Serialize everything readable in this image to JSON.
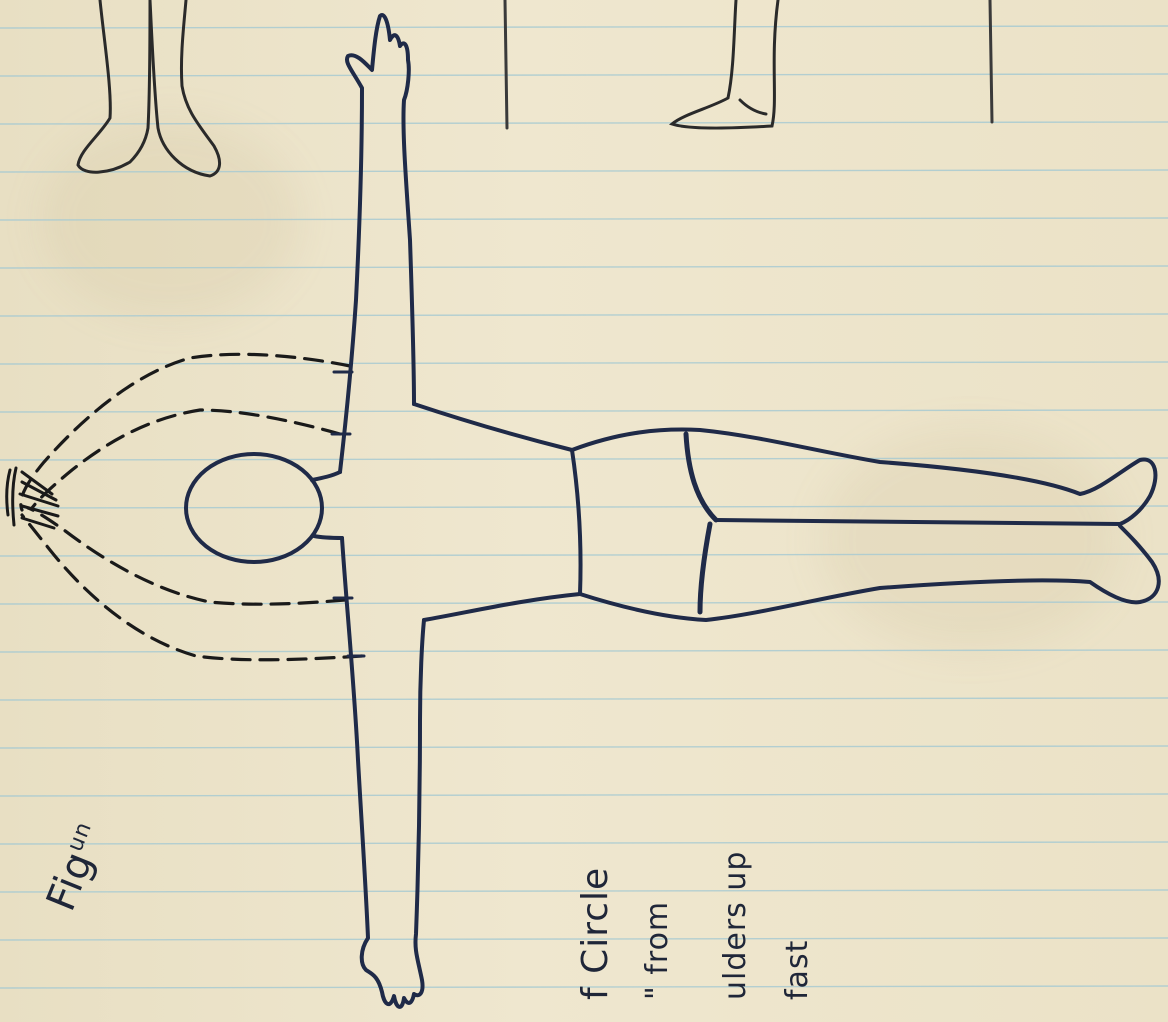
{
  "page": {
    "paper_color": "#ece4ca",
    "rule_line_color": "#a9cbd2",
    "ink_color": "#1f2a48",
    "pencil_color": "#2a2a2a"
  },
  "handwriting": {
    "fig_label": "Fig",
    "fig_label_superscript": "un",
    "note_line_1": "f Circle",
    "note_line_2": "\"  from",
    "note_line_3": "ulders up",
    "note_line_4": "fast"
  },
  "figure": {
    "type": "human figure with outstretched arms",
    "arm_motion": "dashed arcs showing arms raised overhead"
  }
}
